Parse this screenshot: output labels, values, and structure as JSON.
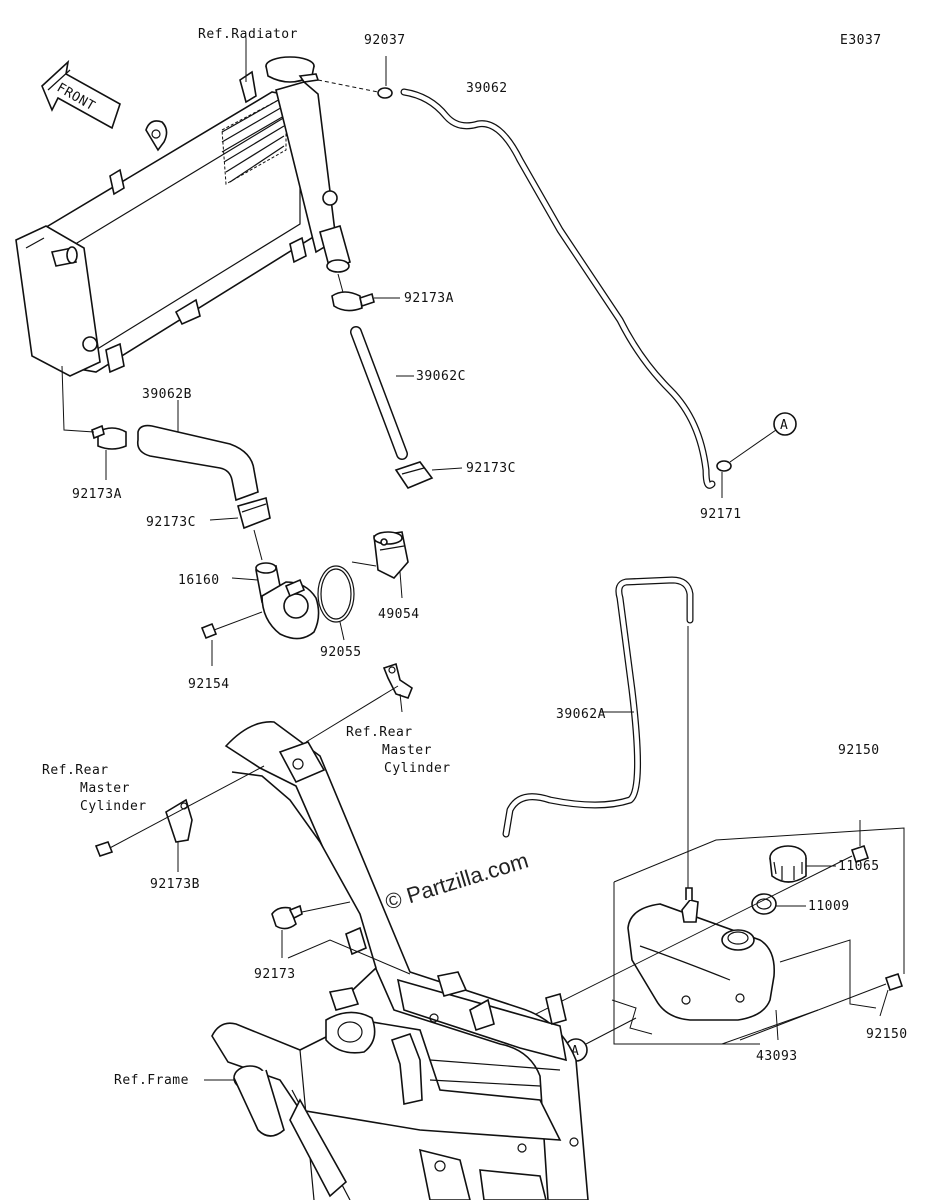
{
  "diagram_code": "E3037",
  "watermark": "© Partzilla.com",
  "front_label": "FRONT",
  "callout_marker": "A",
  "labels": {
    "ref_radiator": "Ref.Radiator",
    "p92037": "92037",
    "p39062": "39062",
    "p92173A_top": "92173A",
    "p39062C": "39062C",
    "p92173C_right": "92173C",
    "p39062B": "39062B",
    "p92173A_left": "92173A",
    "p92173C_left": "92173C",
    "p16160": "16160",
    "p49054": "49054",
    "p92055": "92055",
    "p92154": "92154",
    "p92171": "92171",
    "p39062A": "39062A",
    "ref_rear_master_1": "Ref.Rear",
    "ref_rear_master_2": "Master",
    "ref_rear_master_3": "Cylinder",
    "ref_rear_master_left_1": "Ref.Rear",
    "ref_rear_master_left_2": "Master",
    "ref_rear_master_left_3": "Cylinder",
    "p92173B": "92173B",
    "p92173": "92173",
    "p92150_top": "92150",
    "p11065": "11065",
    "p11009": "11009",
    "p92150_bottom": "92150",
    "p43093": "43093",
    "ref_frame": "Ref.Frame"
  }
}
